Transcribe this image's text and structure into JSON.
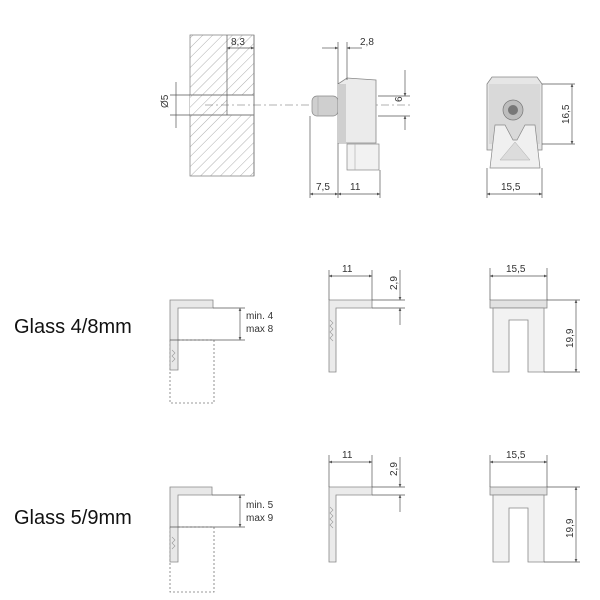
{
  "colors": {
    "part_light": "#ebebeb",
    "part_mid": "#cfcfcf",
    "part_dark": "#a9a9a9",
    "line": "#555555",
    "hatch": "#9a9a9a"
  },
  "top_assembly": {
    "wall_hole_depth": "8,3",
    "hole_diameter": "Ø5",
    "pin_offset": "2,8",
    "pin_height": "6",
    "pin_length": "7,5",
    "body_depth": "11",
    "front_height": "16,5",
    "front_width": "15,5"
  },
  "glass_rows": [
    {
      "label": "Glass 4/8mm",
      "min_label": "min. 4",
      "max_label": "max 8",
      "top_depth": "11",
      "lip_height": "2,9",
      "front_width": "15,5",
      "front_height": "19,9"
    },
    {
      "label": "Glass 5/9mm",
      "min_label": "min. 5",
      "max_label": "max 9",
      "top_depth": "11",
      "lip_height": "2,9",
      "front_width": "15,5",
      "front_height": "19,9"
    }
  ]
}
